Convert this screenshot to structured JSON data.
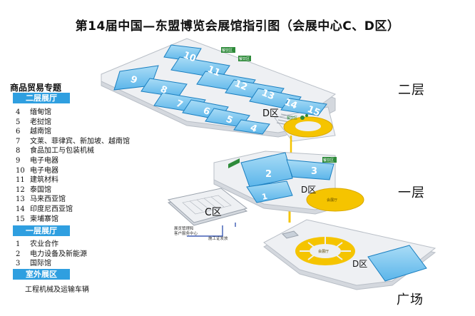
{
  "title": "第14届中国—东盟博览会展馆指引图（会展中心C、D区）",
  "legend": {
    "heading": "商品贸易专题",
    "floor2": {
      "label": "二层展厅",
      "items": [
        {
          "num": "4",
          "name": "缅甸馆"
        },
        {
          "num": "5",
          "name": "老挝馆"
        },
        {
          "num": "6",
          "name": "越南馆"
        },
        {
          "num": "7",
          "name": "文莱、菲律宾、新加坡、越南馆"
        },
        {
          "num": "8",
          "name": "食品加工与包装机械"
        },
        {
          "num": "9",
          "name": "电子电器"
        },
        {
          "num": "10",
          "name": "电子电器"
        },
        {
          "num": "11",
          "name": "建筑材料"
        },
        {
          "num": "12",
          "name": "泰国馆"
        },
        {
          "num": "13",
          "name": "马来西亚馆"
        },
        {
          "num": "14",
          "name": "印度尼西亚馆"
        },
        {
          "num": "15",
          "name": "柬埔寨馆"
        }
      ]
    },
    "floor1": {
      "label": "一层展厅",
      "items": [
        {
          "num": "1",
          "name": "农业合作"
        },
        {
          "num": "2",
          "name": "电力设备及新能源"
        },
        {
          "num": "3",
          "name": "国际馆"
        }
      ]
    },
    "outdoor": {
      "label": "室外展区",
      "items": [
        "工程机械及运输车辆"
      ]
    }
  },
  "floors": {
    "second": "二层",
    "first": "一层",
    "plaza": "广场"
  },
  "map": {
    "hall_numbers_f2": [
      "10",
      "11",
      "12",
      "13",
      "14",
      "15",
      "9",
      "8",
      "7",
      "6",
      "5",
      "4"
    ],
    "hall_numbers_f1": [
      "2",
      "3",
      "1"
    ],
    "zone_c": "C区",
    "zone_d": "D区",
    "restaurant": "餐饮区",
    "meeting_hall": "会展厅",
    "service_center": "展览管理和\n客户服务中心",
    "badge_office": "施工证发放",
    "colors": {
      "hall": "#7cc8ef",
      "hall_border": "#1a7fc0",
      "platform": "#eef0f3",
      "platform_edge": "#b9bfc7",
      "accent_yellow": "#f5c400",
      "legend_band": "#2f9fe0",
      "restaurant_green": "#2e8b3a"
    }
  }
}
